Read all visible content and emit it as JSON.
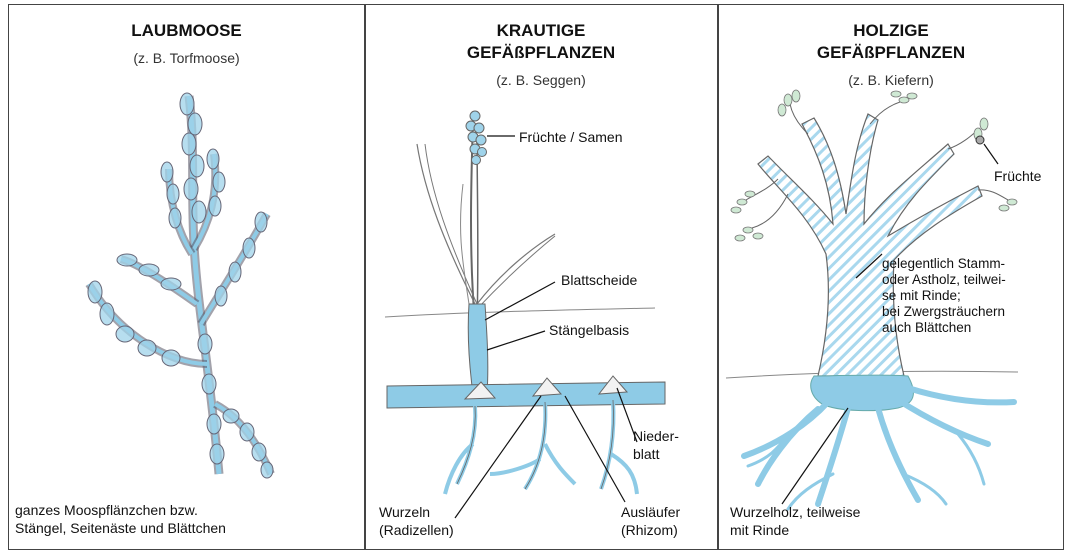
{
  "panels": [
    {
      "title": "LAUBMOOSE",
      "subtitle": "(z. B. Torfmoose)",
      "caption": [
        "ganzes Moospflänzchen bzw.",
        "Stängel, Seitenäste und Blättchen"
      ]
    },
    {
      "title_lines": [
        "KRAUTIGE",
        "GEFÄßPFLANZEN"
      ],
      "subtitle": "(z. B. Seggen)",
      "labels": {
        "fruits": "Früchte / Samen",
        "sheath": "Blattscheide",
        "stem_base": "Stängelbasis",
        "scale_leaf": [
          "Nieder-",
          "blatt"
        ],
        "roots": [
          "Wurzeln",
          "(Radizellen)"
        ],
        "runner": [
          "Ausläufer",
          "(Rhizom)"
        ]
      }
    },
    {
      "title_lines": [
        "HOLZIGE",
        "GEFÄßPFLANZEN"
      ],
      "subtitle": "(z. B. Kiefern)",
      "labels": {
        "fruits": "Früchte",
        "wood": [
          "gelegentlich Stamm-",
          "oder Astholz, teilwei-",
          "se mit Rinde;",
          "bei Zwergsträuchern",
          "auch Blättchen"
        ],
        "root_wood": [
          "Wurzelholz, teilweise",
          "mit Rinde"
        ]
      }
    }
  ],
  "colors": {
    "plant_blue": "#8ecbe6",
    "outline": "#555555",
    "border": "#444444"
  }
}
